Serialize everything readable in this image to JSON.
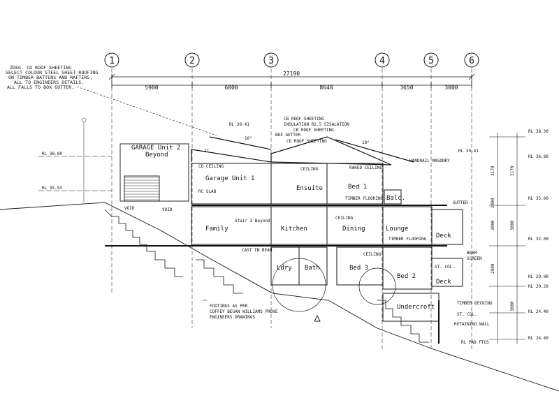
{
  "grid_lines": [
    "1",
    "2",
    "3",
    "4",
    "5",
    "6"
  ],
  "overall_dimension": "27190",
  "bay_dimensions": [
    "5900",
    "6000",
    "8640",
    "3650",
    "3000"
  ],
  "top_left_note": [
    "ZDEG. CD ROOF SHEETING",
    "SELECT COLOUR STEEL SHEET ROOFING",
    "ON TIMBER BATTENS AND RAFTERS,",
    "ALL TO ENGINEERS DETAILS.",
    "ALL FALLS TO BOX GUTTER."
  ],
  "roof_notes": {
    "cd_roof_sheeting_a": "CB ROOF SHEETING",
    "insulation": "INSULATION R2.5 SISALATION",
    "cb_roof_sheeting": "CB ROOF SHEETING",
    "box_gutter": "BOX GUTTER",
    "cd_roof_sheeting_b": "CD ROOF SHEETING",
    "rl_label": "RL 39.41",
    "degree_10a": "10°",
    "degree_10b": "10°",
    "degree_2": "2°"
  },
  "rl_left": [
    "RL 38.00",
    "RL 35.53"
  ],
  "rl_right": [
    "RL 38.30",
    "RL 36.80",
    "RL 35.00",
    "RL 32.00",
    "RL 29.00",
    "RL 29.20",
    "RL 24.40",
    "RL 24.40"
  ],
  "right_side_labels": {
    "handrail": "HANDRAIL MASONRY",
    "gutter": "GUTTER",
    "beam": "BEAM",
    "screen": "SCREEN",
    "st_col": "ST. COL.",
    "timber_decking": "TIMBER DECKING",
    "st_col_2": "ST. COL.",
    "retaining_wall": "RETAINING WALL",
    "pad_ftgs": "RL PAD FTGS"
  },
  "vertical_dims": [
    "3170",
    "3170",
    "2400",
    "3000",
    "3000",
    "2900",
    "3000"
  ],
  "rooms": {
    "garage_beyond": "GARAGE Unit 2",
    "beyond": "Beyond",
    "garage_unit_1": "Garage Unit 1",
    "ensuite": "Ensuite",
    "bed_1": "Bed 1",
    "balc": "Balc.",
    "family": "Family",
    "stair_beyond": "Stair 3 Beyond",
    "kitchen": "Kitchen",
    "dining": "Dining",
    "lounge": "Lounge",
    "deck_upper": "Deck",
    "ldry": "Ldry",
    "bath": "Bath",
    "bed_3": "Bed 3",
    "bed_2": "Bed 2",
    "deck_lower": "Deck",
    "undercroft": "Undercroft"
  },
  "interior_notes": {
    "cd_ceiling_a": "CD CEILING",
    "rc_slab": "RC SLAB",
    "ceiling": "CEILING",
    "raked_ceiling": "RAKED CEILING",
    "timber_flooring": "TIMBER FLOORING",
    "ceiling_2": "CEILING",
    "timber_flooring_2": "TIMBER FLOORING",
    "ceiling_3": "CEILING",
    "void_a": "VOID",
    "void_b": "VOID",
    "cast_in": "CAST IN BEAM"
  },
  "footing_note": [
    "FOOTINGS AS PER",
    "COFFEY BEGAN WILLIAMS PROVE",
    "ENGINEERS DRAWINGS"
  ]
}
